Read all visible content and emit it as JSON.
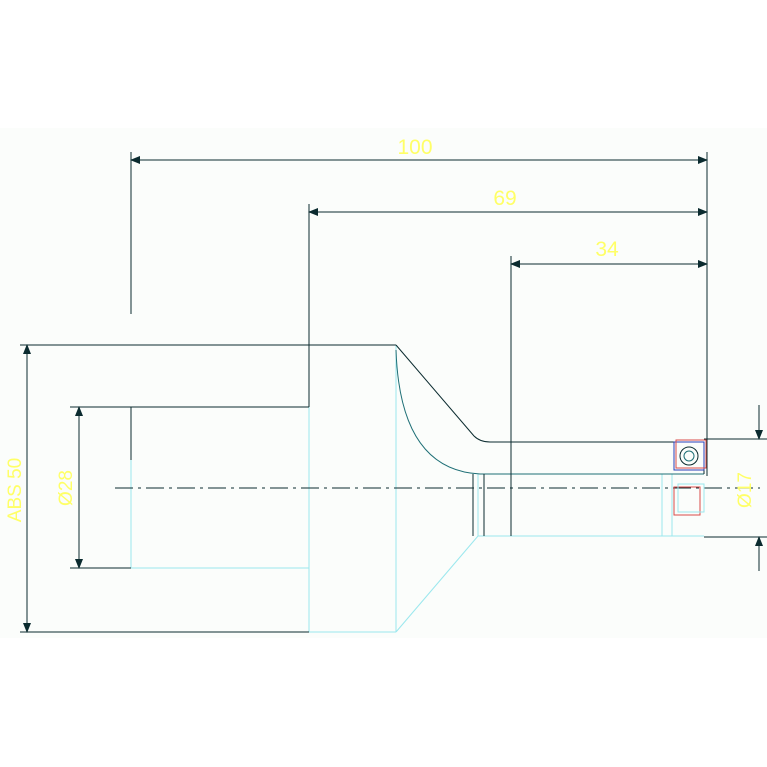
{
  "drawing": {
    "dimensions": {
      "overall_length": "100",
      "middle_length": "69",
      "right_length": "34",
      "outer_diameter": "ABS 50",
      "inner_diameter": "Ø28",
      "tip_diameter": "Ø17"
    },
    "colors": {
      "background": "#fbfdfb",
      "outline": "#0b2b2f",
      "hidden_edges": "#9be8ee",
      "dimension_text": "#ffff66",
      "marker_red": "#d94a4a",
      "marker_blue": "#2a3fb8"
    }
  }
}
